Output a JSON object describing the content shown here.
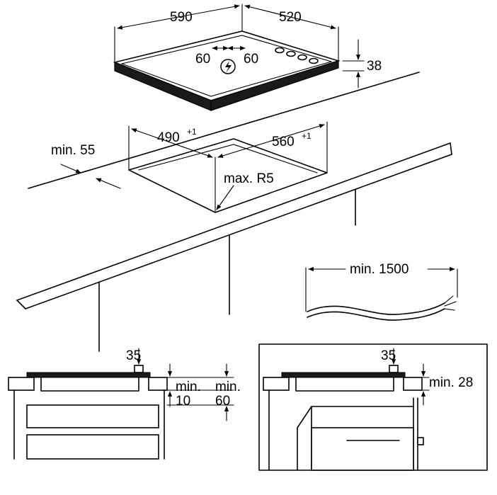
{
  "top_view": {
    "width": "590",
    "depth": "520",
    "height": "38",
    "knob_left": "60",
    "knob_right": "60"
  },
  "cutout": {
    "depth": "490",
    "depth_tolerance": "+1",
    "width": "560",
    "width_tolerance": "+1",
    "edge_min": "min. 55",
    "radius": "max. R5"
  },
  "cable": {
    "length": "min. 1500"
  },
  "section_left": {
    "top": "35",
    "min_a_label": "min.",
    "min_a_value": "10",
    "min_b_label": "min.",
    "min_b_value": "60"
  },
  "section_right": {
    "top": "35",
    "min": "min. 28"
  },
  "colors": {
    "line": "#000000",
    "background": "#ffffff"
  },
  "icons": [
    "warning-electric-icon",
    "dimension-arrow-icon"
  ]
}
